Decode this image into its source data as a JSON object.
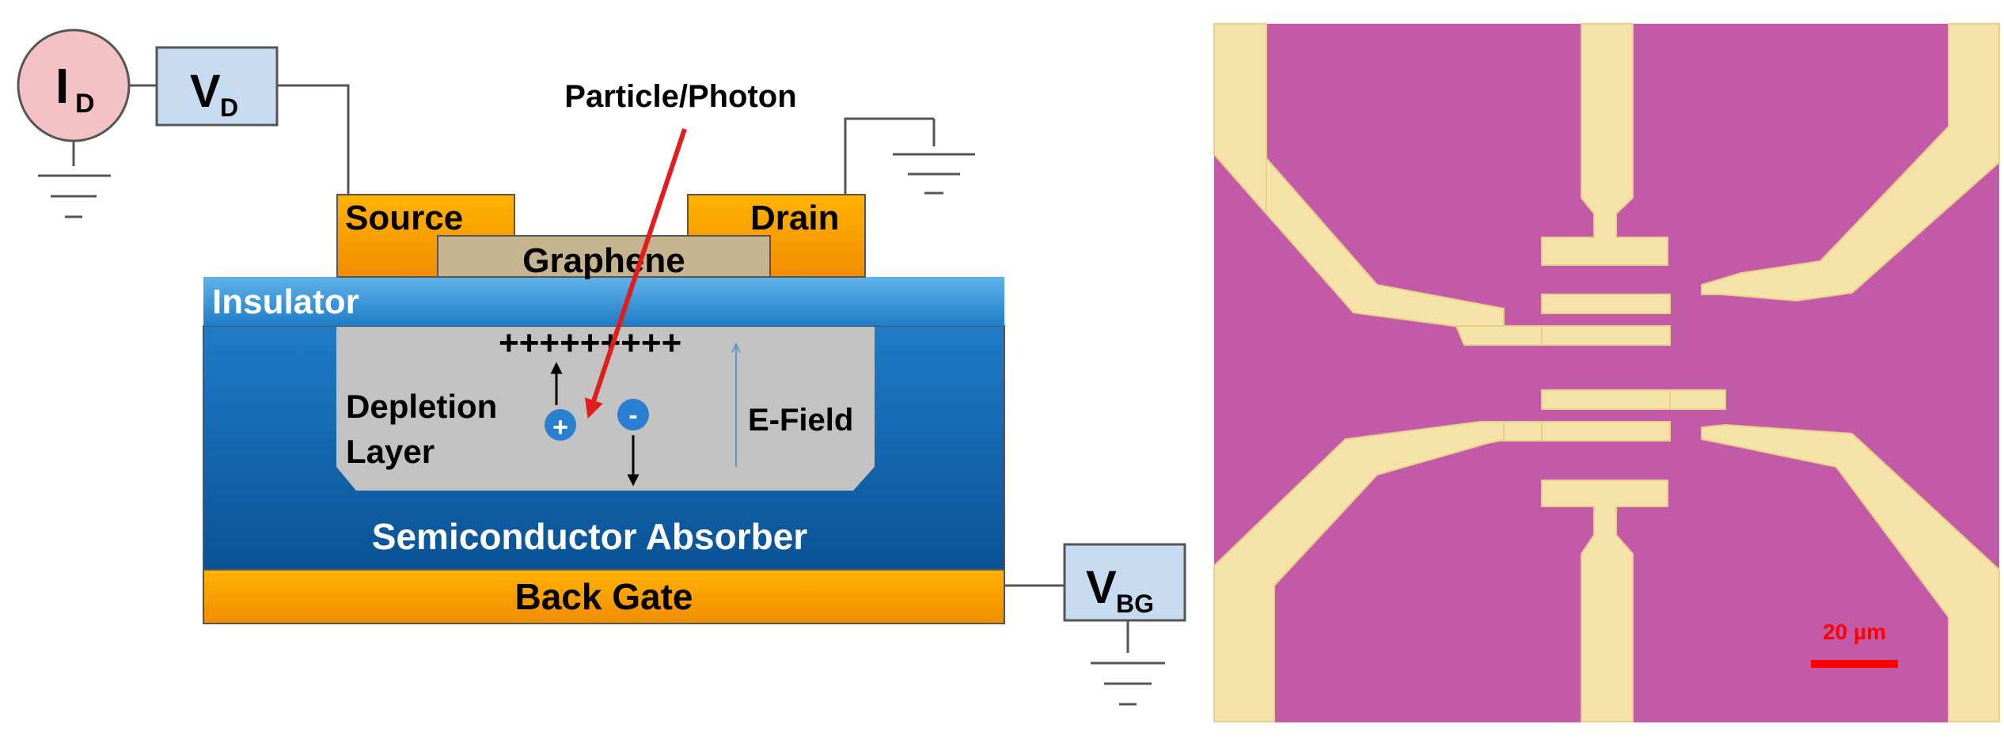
{
  "schematic": {
    "current_meter": {
      "main": "I",
      "sub": "D"
    },
    "drain_voltage": {
      "main": "V",
      "sub": "D"
    },
    "back_gate_voltage": {
      "main": "V",
      "sub": "BG"
    },
    "source_label": "Source",
    "drain_label": "Drain",
    "graphene_label": "Graphene",
    "insulator_label": "Insulator",
    "absorber_label": "Semiconductor Absorber",
    "back_gate_label": "Back Gate",
    "depletion_label_line1": "Depletion",
    "depletion_label_line2": "Layer",
    "charge_row": "+++++++++",
    "hole_symbol": "+",
    "electron_symbol": "-",
    "efield_label": "E-Field",
    "incident_label": "Particle/Photon"
  },
  "micrograph": {
    "scale_bar_label": "20 µm"
  },
  "colors": {
    "meter_fill": "#f4c2c4",
    "box_fill": "#c6daf0",
    "contact": "#f7a800",
    "graphene": "#c5b48f",
    "insulator": "#2f8bd0",
    "absorber": "#0d63ab",
    "depletion": "#c2c2c2",
    "carrier": "#2b7fd0",
    "arrow_red": "#e11d1d",
    "substrate_purple": "#c25aa8",
    "electrode_gold": "#f4e2a8",
    "scale_red": "#ff0000"
  }
}
